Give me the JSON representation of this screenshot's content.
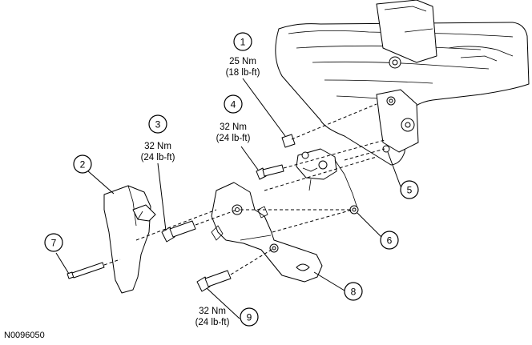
{
  "figure_id": "N0096050",
  "callouts": [
    {
      "num": "1",
      "torque_nm": "25 Nm",
      "torque_lbft": "(18 lb-ft)"
    },
    {
      "num": "2"
    },
    {
      "num": "3",
      "torque_nm": "32 Nm",
      "torque_lbft": "(24 lb-ft)"
    },
    {
      "num": "4",
      "torque_nm": "32 Nm",
      "torque_lbft": "(24 lb-ft)"
    },
    {
      "num": "5"
    },
    {
      "num": "6"
    },
    {
      "num": "7"
    },
    {
      "num": "8"
    },
    {
      "num": "9",
      "torque_nm": "32 Nm",
      "torque_lbft": "(24 lb-ft)"
    }
  ]
}
